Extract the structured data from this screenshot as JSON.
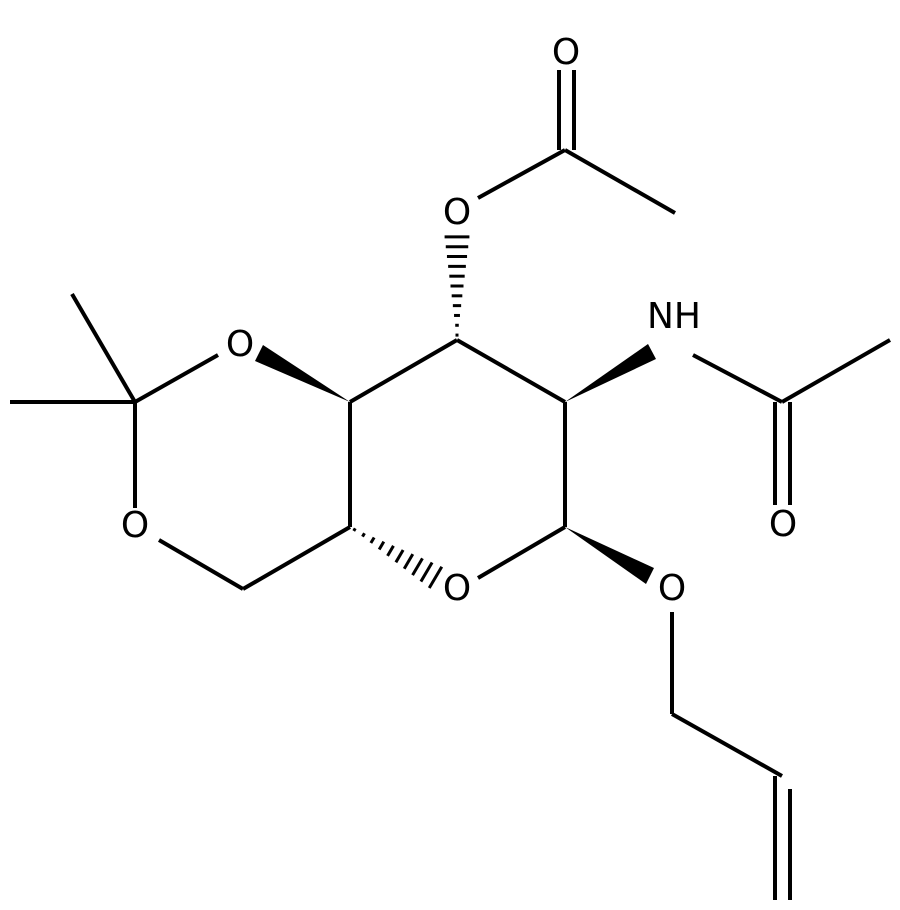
{
  "structure": {
    "atoms": {
      "O_carbonyl_top": "O",
      "O_ester": "O",
      "N_amide": "NH",
      "O_acetal_top": "O",
      "O_acetal_bottom": "O",
      "O_ring": "O",
      "O_glycoside": "O",
      "O_amide_carbonyl": "O"
    },
    "colors": {
      "bond": "#000000",
      "label": "#000000",
      "background": "#ffffff"
    }
  }
}
